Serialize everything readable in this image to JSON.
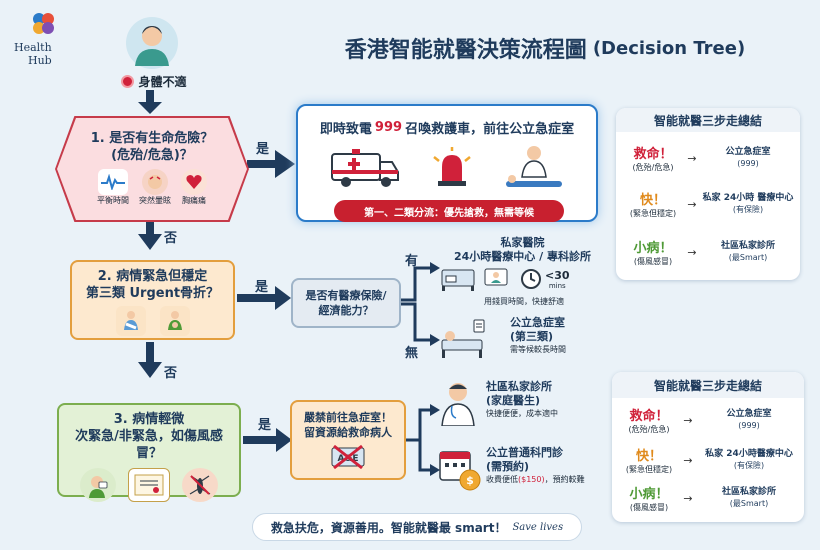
{
  "logo": {
    "line1": "Health",
    "line2": "Hub"
  },
  "title": {
    "zh": "香港智能就醫決策流程圖",
    "en": "(Decision Tree)"
  },
  "start": {
    "label": "身體不適"
  },
  "q1": {
    "title": "1. 是否有生命危險？",
    "subtitle": "(危殆/危急)？",
    "icons": [
      {
        "icon": "heart-monitor-icon",
        "label": "平衡時間"
      },
      {
        "icon": "head-pain-icon",
        "label": "突然暈眩"
      },
      {
        "icon": "chest-pain-icon",
        "label": "胸痛痛"
      }
    ],
    "yes_label": "是",
    "no_label": "否"
  },
  "emergency": {
    "title_pre": "即時致電",
    "title_num": "999",
    "title_post": "召喚救護車，前往公立急症室",
    "banner": "第一、二類分流：優先搶救，無需等候"
  },
  "q2": {
    "title": "2. 病情緊急但穩定",
    "subtitle": "第三類 Urgent骨折？",
    "yes_label": "是",
    "no_label": "否"
  },
  "insurance": {
    "text_line1": "是否有醫療保險/",
    "text_line2": "經濟能力？",
    "yes_label": "有",
    "no_label": "無"
  },
  "private_hospital": {
    "title_line1": "私家醫院",
    "title_line2": "24小時醫療中心 / 專科診所",
    "time": "<30",
    "time_unit": "mins",
    "note": "用錢買時間，快捷舒適"
  },
  "public_ae": {
    "title_line1": "公立急症室",
    "title_line2": "(第三類)",
    "note": "需等候較長時間"
  },
  "q3": {
    "title": "3. 病情輕微",
    "subtitle": "次緊急/非緊急，如傷風感冒？",
    "yes_label": "是"
  },
  "warning": {
    "line1": "嚴禁前往急症室！",
    "line2": "留資源給救命病人"
  },
  "community_clinic": {
    "title_line1": "社區私家診所",
    "title_line2": "(家庭醫生)",
    "note": "快捷便便，成本適中"
  },
  "gop_clinic": {
    "title_line1": "公立普通科門診",
    "title_line2": "(需預約)",
    "note_pre": "收費便低",
    "note_price": "($150)",
    "note_post": "，預約較難"
  },
  "summary1": {
    "title": "智能就醫三步走總結",
    "rows": [
      {
        "key": "救命！",
        "key_sub": "(危殆/危急)",
        "val": "公立急症室",
        "val_sub": "(999)",
        "color": "#d0213a"
      },
      {
        "key": "快！",
        "key_sub": "(緊急但穩定)",
        "val": "私家 24小時 醫療中心",
        "val_sub": "(有保險)",
        "color": "#e08a1c"
      },
      {
        "key": "小病！",
        "key_sub": "(傷風感冒)",
        "val": "社區私家診所",
        "val_sub": "(最Smart)",
        "color": "#4f9a36"
      }
    ]
  },
  "summary2": {
    "title": "智能就醫三步走總結",
    "rows": [
      {
        "key": "救命！",
        "key_sub": "(危殆/危急)",
        "val": "公立急症室",
        "val_sub": "(999)",
        "color": "#d0213a"
      },
      {
        "key": "快！",
        "key_sub": "(緊急但穩定)",
        "val": "私家 24小時醫療中心",
        "val_sub": "(有保險)",
        "color": "#e08a1c"
      },
      {
        "key": "小病！",
        "key_sub": "(傷風感冒)",
        "val": "社區私家診所",
        "val_sub": "(最Smart)",
        "color": "#4f9a36"
      }
    ]
  },
  "footer": {
    "text": "救急扶危，資源善用。智能就醫最 smart！",
    "script": "Save lives"
  },
  "colors": {
    "navy": "#1f3b5c",
    "red": "#c8202f",
    "orange": "#e39e3d",
    "green": "#7cae4f",
    "blue": "#2b7bc9"
  }
}
